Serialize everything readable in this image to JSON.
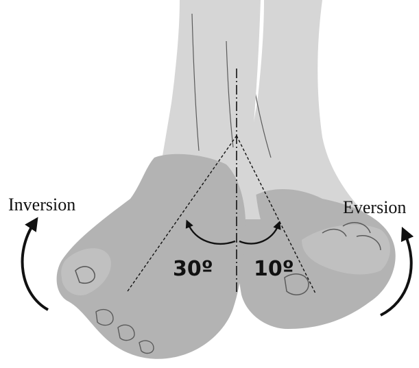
{
  "labels": {
    "inversion": "Inversion",
    "eversion": "Eversion",
    "inversion_angle": "30º",
    "eversion_angle": "10º"
  },
  "colors": {
    "skin": "#b3b3b3",
    "skin_light": "#d6d6d6",
    "ink": "#111111"
  },
  "icons": {
    "inversion_arrow": "curved-arrow-icon",
    "eversion_arrow": "curved-arrow-icon"
  }
}
